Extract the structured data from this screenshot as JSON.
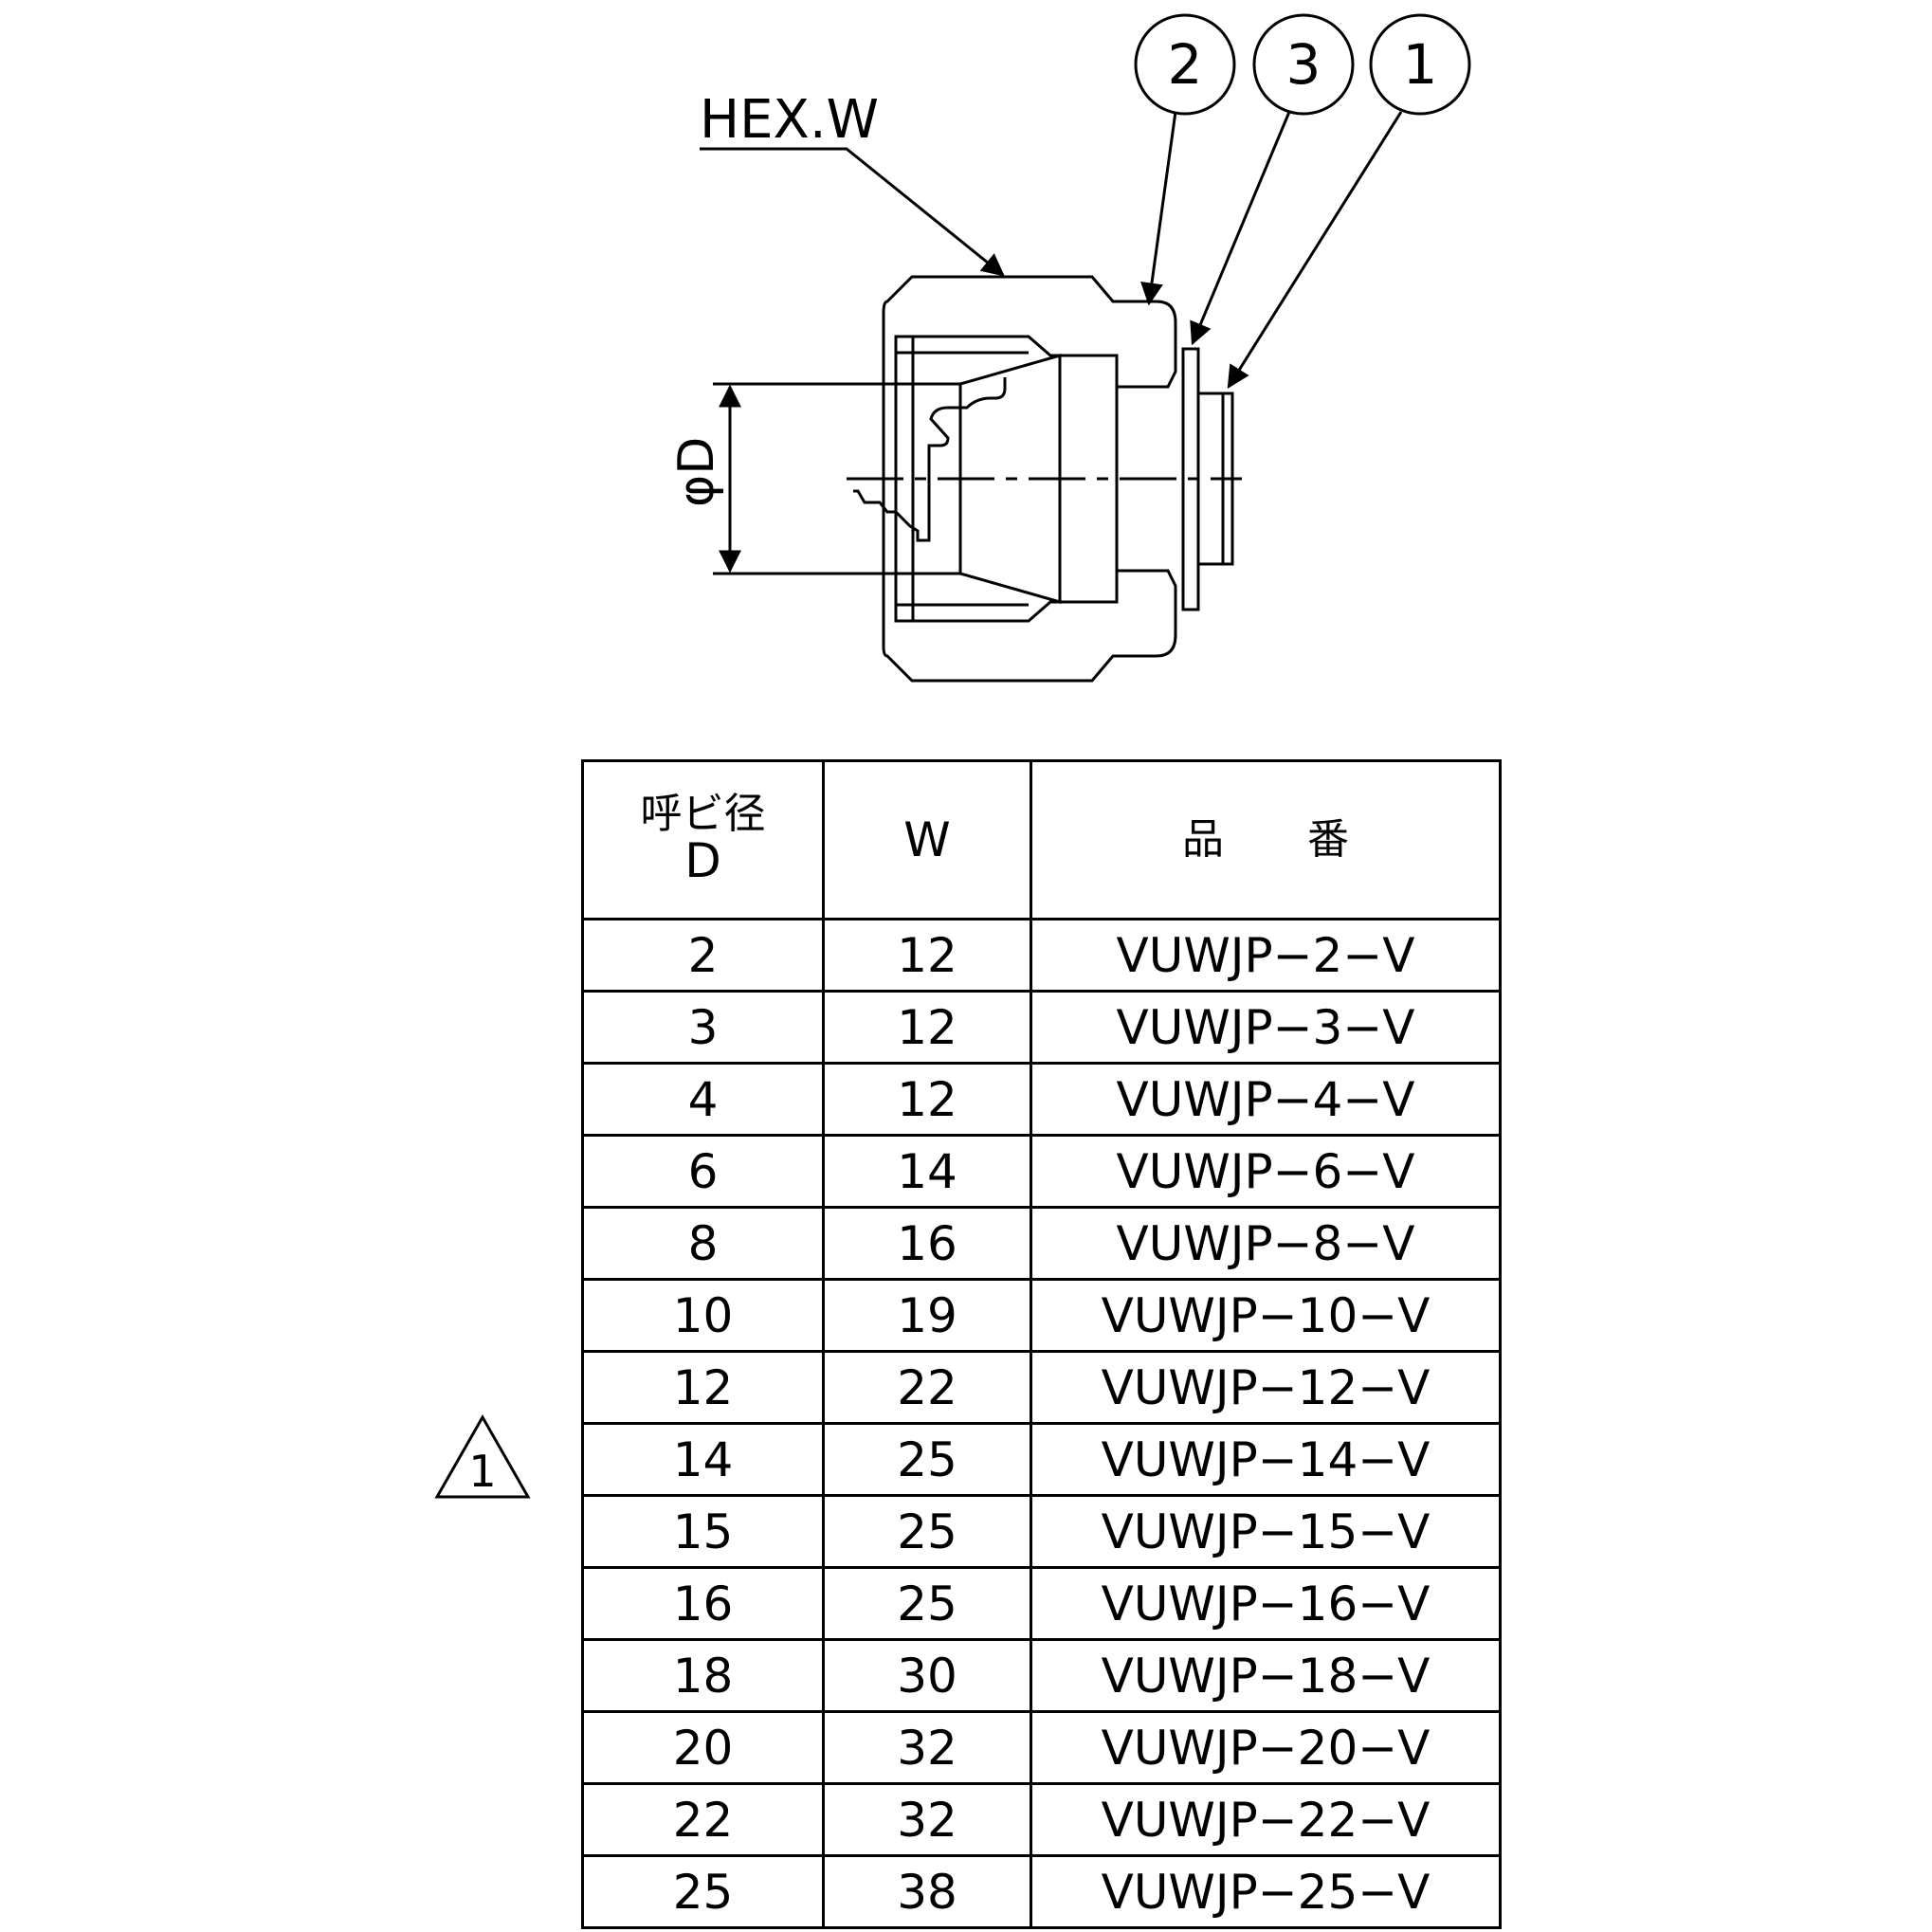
{
  "labels": {
    "hex": "HEX.W",
    "diameter": "φD"
  },
  "callouts": [
    "2",
    "3",
    "1"
  ],
  "revision_mark": "1",
  "table": {
    "headers": {
      "d_line1": "呼ビ径",
      "d_line2": "D",
      "w": "W",
      "part": "品　　番"
    },
    "rows": [
      {
        "d": "2",
        "w": "12",
        "part": "VUWJP−2−V"
      },
      {
        "d": "3",
        "w": "12",
        "part": "VUWJP−3−V"
      },
      {
        "d": "4",
        "w": "12",
        "part": "VUWJP−4−V"
      },
      {
        "d": "6",
        "w": "14",
        "part": "VUWJP−6−V"
      },
      {
        "d": "8",
        "w": "16",
        "part": "VUWJP−8−V"
      },
      {
        "d": "10",
        "w": "19",
        "part": "VUWJP−10−V"
      },
      {
        "d": "12",
        "w": "22",
        "part": "VUWJP−12−V"
      },
      {
        "d": "14",
        "w": "25",
        "part": "VUWJP−14−V"
      },
      {
        "d": "15",
        "w": "25",
        "part": "VUWJP−15−V"
      },
      {
        "d": "16",
        "w": "25",
        "part": "VUWJP−16−V"
      },
      {
        "d": "18",
        "w": "30",
        "part": "VUWJP−18−V"
      },
      {
        "d": "20",
        "w": "32",
        "part": "VUWJP−20−V"
      },
      {
        "d": "22",
        "w": "32",
        "part": "VUWJP−22−V"
      },
      {
        "d": "25",
        "w": "38",
        "part": "VUWJP−25−V"
      }
    ]
  }
}
